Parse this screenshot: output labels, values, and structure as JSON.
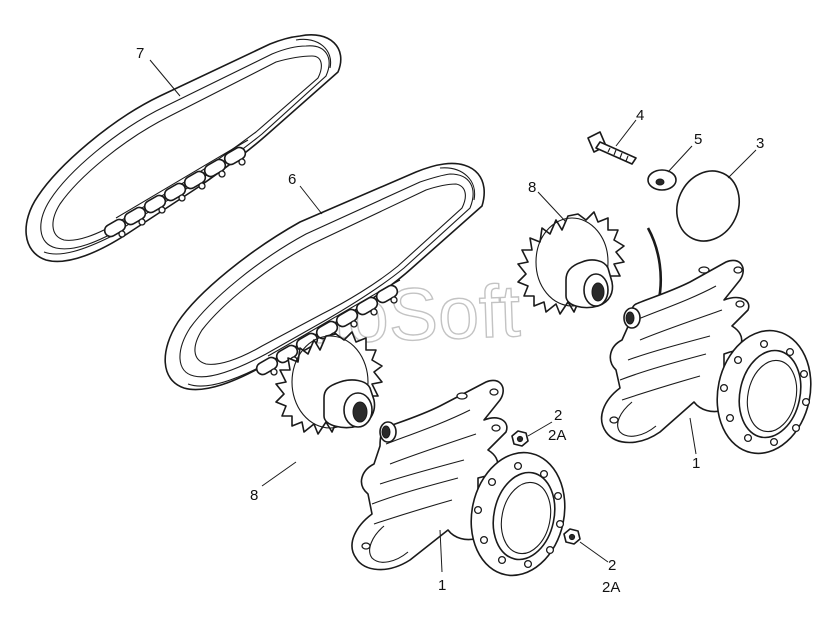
{
  "watermark": "AltoSoft",
  "callouts": {
    "chain_rear": "7",
    "chain_front": "6",
    "bolt": "4",
    "washer": "5",
    "cover": "3",
    "sprocket_right": "8",
    "sprocket_left": "8",
    "nut_top_a": "2",
    "nut_top_b": "2A",
    "nut_bottom_a": "2",
    "nut_bottom_b": "2A",
    "hub_left": "1",
    "hub_right": "1"
  }
}
